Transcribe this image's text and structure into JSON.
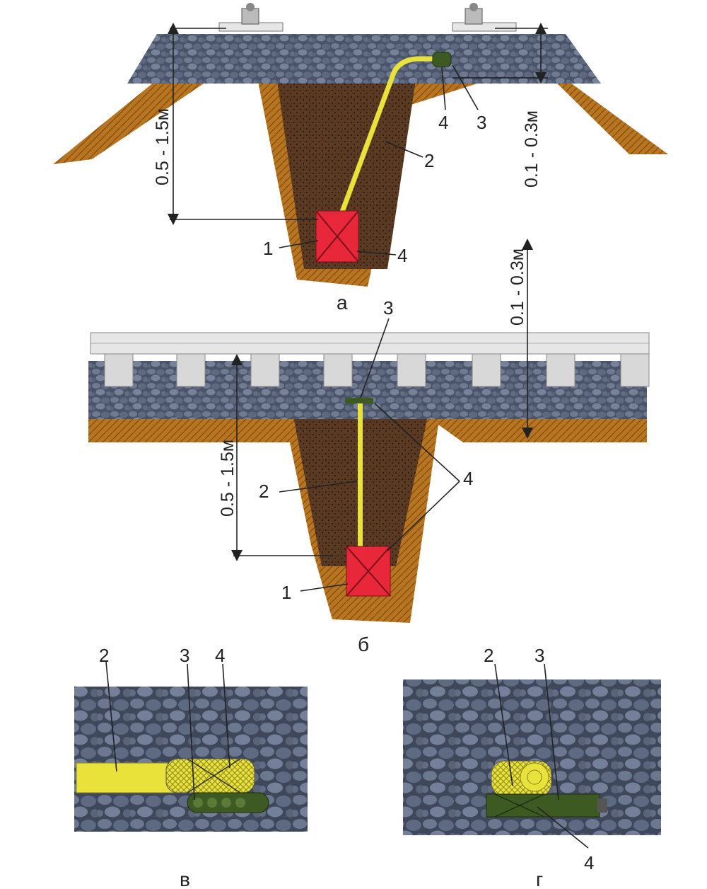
{
  "figure": {
    "panels": {
      "a": {
        "caption": "а",
        "depth_label": "0.5 - 1.5м",
        "cover_label": "0.1 - 0.3м",
        "callouts": [
          "1",
          "2",
          "3",
          "4",
          "4"
        ]
      },
      "b": {
        "caption": "б",
        "depth_label": "0.5 - 1.5м",
        "cover_label": "0.1 - 0.3м",
        "callouts": [
          "1",
          "2",
          "3",
          "4"
        ]
      },
      "v": {
        "caption": "в",
        "callouts": [
          "2",
          "3",
          "4"
        ]
      },
      "g": {
        "caption": "г",
        "callouts": [
          "2",
          "3",
          "4"
        ]
      }
    },
    "colors": {
      "ballast": "#4a5468",
      "ballast_stone": "#6f7a90",
      "soil": "#b9741f",
      "soil_fill": "#5a3a22",
      "charge": "#e8283a",
      "wire": "#e8e23a",
      "detonator": "#3d5a22",
      "rail": "#e6e6e6",
      "sleeper": "#d8d8d8"
    }
  }
}
